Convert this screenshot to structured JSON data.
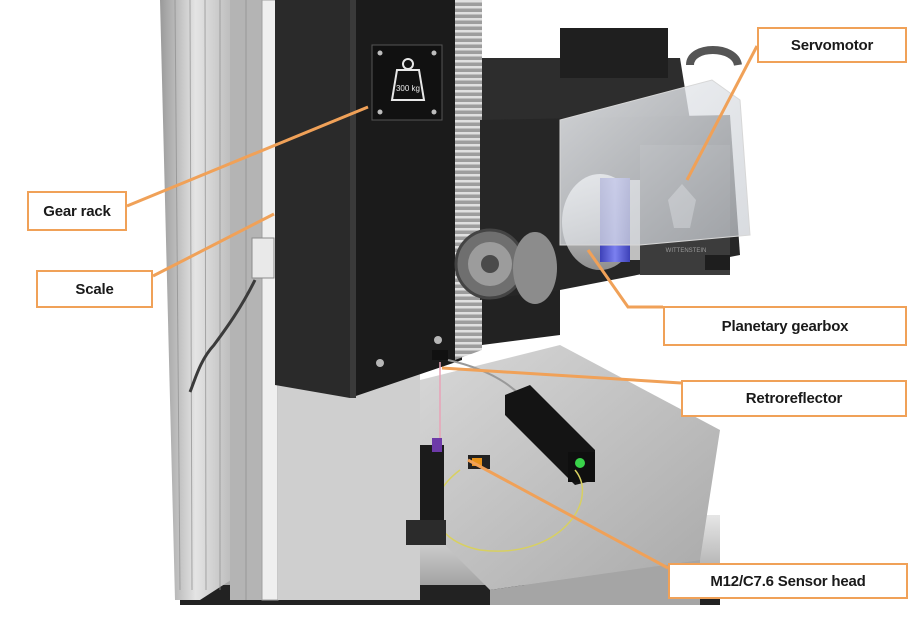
{
  "labels": {
    "servomotor": "Servomotor",
    "gear_rack": "Gear rack",
    "scale": "Scale",
    "planetary_gearbox": "Planetary gearbox",
    "retroreflector": "Retroreflector",
    "sensor_head": "M12/C7.6 Sensor head"
  },
  "weight_badge": "300 kg",
  "brand_text": "WITTENSTEIN",
  "colors": {
    "leader_line": "#f0a158",
    "label_border": "#f0a158",
    "frame_aluminium": "#c9c9c9",
    "crosshead_black": "#1c1c1c",
    "gearbox_blue": "#5a5fd8",
    "sensor_green": "#39d34a"
  }
}
